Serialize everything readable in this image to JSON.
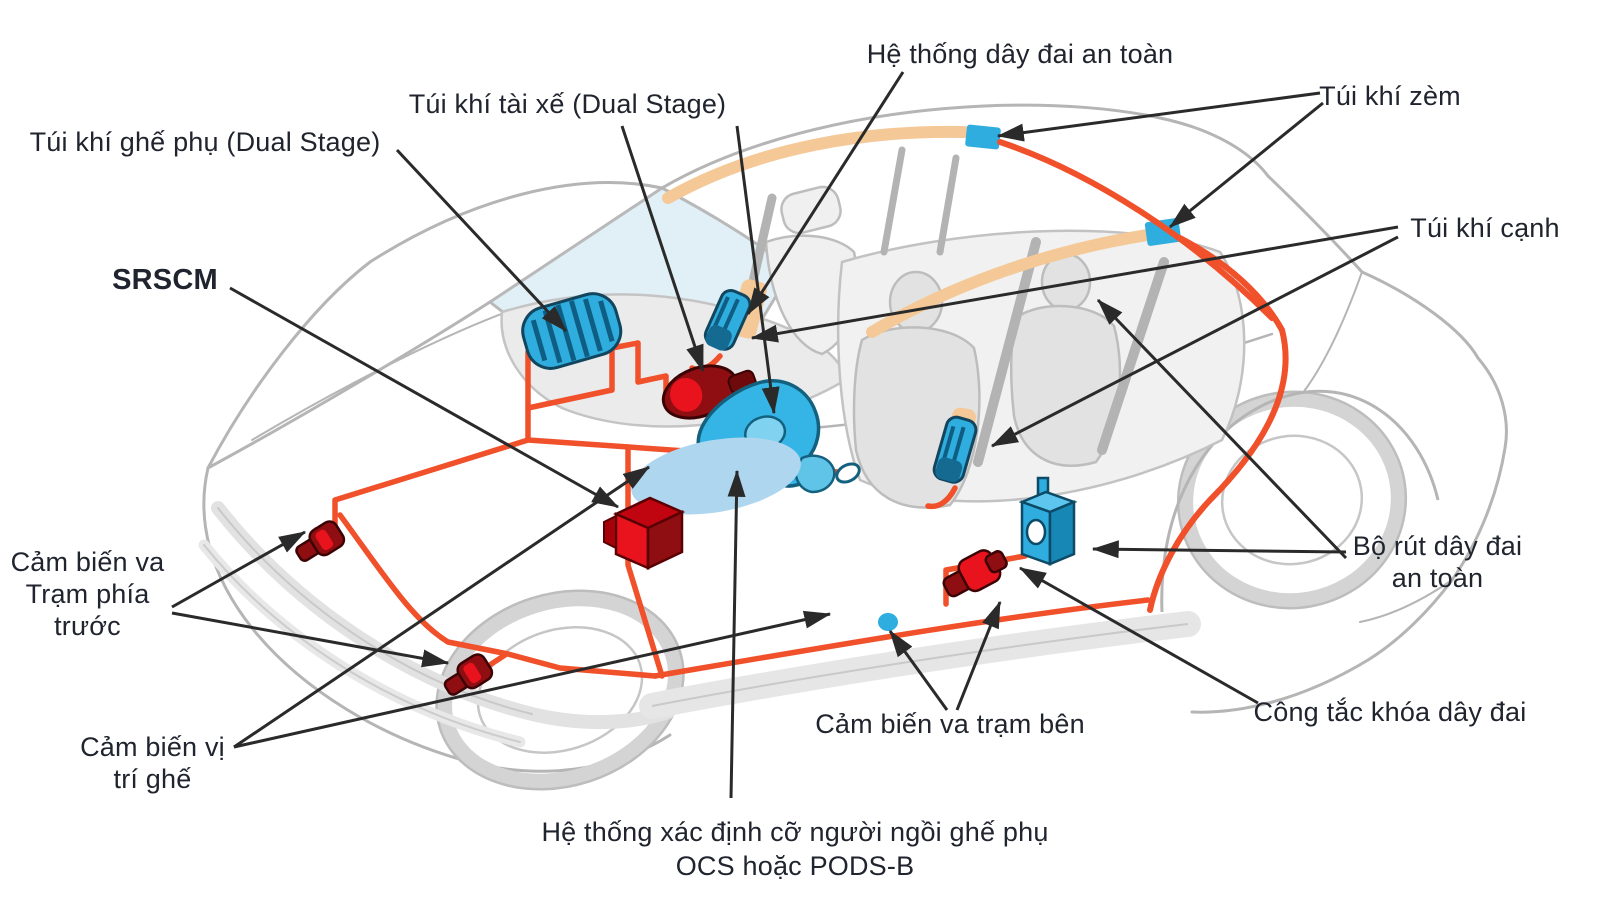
{
  "figure": {
    "type": "automotive-srs-diagram",
    "description_language": "Vietnamese",
    "background": "#ffffff"
  },
  "colors": {
    "label_text": "#20242e",
    "leader_line": "#2a2a2a",
    "harness_orange": "#f0502a",
    "component_blue": "#2fadde",
    "component_red": "#e8131d",
    "component_dark_red": "#8f0e12",
    "curtain_tan": "#f5c997",
    "steering_cyan": "#35b5e5",
    "ocs_pad_blue": "#aed6ef",
    "body_outline_gray": "#b5b5b5"
  },
  "labels": {
    "seat_belt_system": {
      "text": "Hệ thống dây đai an toàn"
    },
    "curtain_airbag": {
      "text": "Túi khí zèm"
    },
    "side_airbag": {
      "text": "Túi khí cạnh"
    },
    "driver_airbag": {
      "text": "Túi khí tài xế (Dual Stage)"
    },
    "passenger_airbag": {
      "text": "Túi khí ghế phụ (Dual Stage)"
    },
    "srscm": {
      "text": "SRSCM"
    },
    "front_impact_sensor": {
      "line1": "Cảm biến va",
      "line2": "Trạm phía",
      "line3": "trước"
    },
    "seat_position_sensor": {
      "line1": "Cảm biến vị",
      "line2": "trí ghế"
    },
    "occupant_detection": {
      "line1": "Hệ thống xác định cỡ người ngồi ghế phụ",
      "line2": "OCS hoặc PODS-B"
    },
    "side_impact_sensor": {
      "text": "Cảm biến va trạm bên"
    },
    "belt_buckle_switch": {
      "text": "Công tắc khóa dây đai"
    },
    "belt_retractor": {
      "line1": "Bộ rút dây đai",
      "line2": "an toàn"
    }
  }
}
